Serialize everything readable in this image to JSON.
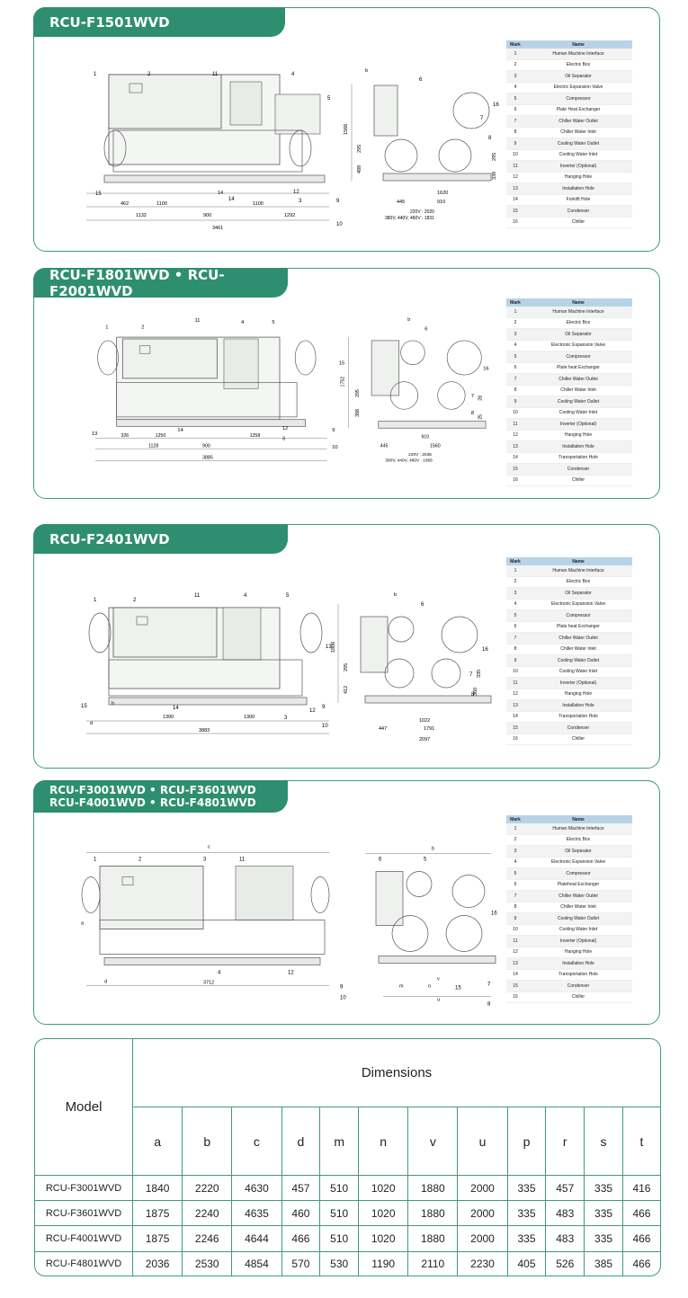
{
  "sections": [
    {
      "title": "RCU-F1501WVD",
      "callouts": [
        "1",
        "2",
        "11",
        "4",
        "5",
        "15",
        "14",
        "12",
        "3",
        "10",
        "6",
        "16",
        "7",
        "8",
        "9"
      ],
      "front_dims": [
        "462",
        "1100",
        "14",
        "1100",
        "1132",
        "900",
        "1292",
        "3461"
      ],
      "side_dims": [
        "b",
        "1566",
        "295",
        "488",
        "1620",
        "445",
        "910",
        "220V : 2020",
        "380V, 440V, 460V : 1831",
        "295",
        "339"
      ]
    },
    {
      "title": "RCU-F1801WVD • RCU-F2001WVD",
      "callouts": [
        "1",
        "2",
        "11",
        "4",
        "5",
        "13",
        "14",
        "12",
        "3",
        "6",
        "15",
        "16",
        "7",
        "8",
        "9",
        "10"
      ],
      "front_dims": [
        "326",
        "1250",
        "1258",
        "1128",
        "900",
        "3885"
      ],
      "side_dims": [
        "b",
        "1752",
        "295",
        "388",
        "910",
        "445",
        "1560",
        "220V : 2035",
        "380V, 440V, 460V : 1956",
        "28",
        "25"
      ]
    },
    {
      "title": "RCU-F2401WVD",
      "callouts": [
        "1",
        "2",
        "11",
        "4",
        "5",
        "15",
        "14",
        "12",
        "3",
        "6",
        "13",
        "16",
        "7",
        "8",
        "9",
        "10"
      ],
      "front_dims": [
        "h",
        "d",
        "1300",
        "1300",
        "3883"
      ],
      "side_dims": [
        "b",
        "1806",
        "295",
        "412",
        "1022",
        "447",
        "1791",
        "2097",
        "335",
        "360"
      ]
    },
    {
      "title_lines": [
        "RCU-F3001WVD • RCU-F3601WVD",
        "RCU-F4001WVD • RCU-F4801WVD"
      ],
      "callouts": [
        "1",
        "2",
        "3",
        "11",
        "4",
        "12",
        "6",
        "5",
        "16",
        "7",
        "8",
        "9",
        "10",
        "15"
      ],
      "front_dims": [
        "c",
        "d",
        "3712",
        "a"
      ],
      "side_dims": [
        "b",
        "m",
        "n",
        "v",
        "u"
      ]
    }
  ],
  "parts_table": {
    "header_mark": "Mark",
    "header_name": "Name",
    "sets": [
      [
        "Human Machine Interface",
        "Electric Box",
        "Oil Separator",
        "Electric Expansion Valve",
        "Compressor",
        "Plate Heat Exchanger",
        "Chiller Water Outlet",
        "Chiller Water Inlet",
        "Cooling Water Outlet",
        "Cooling Water Inlet",
        "Inverter (Optional)",
        "Hanging Hole",
        "Installation Hole",
        "Forklift Hole",
        "Condenser",
        "Chiller"
      ],
      [
        "Human Machine Interface",
        "Electric Box",
        "Oil Separator",
        "Electronic Expansion Valve",
        "Compressor",
        "Plate heat Exchanger",
        "Chiller Water Outlet",
        "Chiller Water Inlet",
        "Cooling Water Outlet",
        "Cooling Water Inlet",
        "Inverter (Optional)",
        "Hanging Hole",
        "Installation Hole",
        "Transportation Hole",
        "Condenser",
        "Chiller"
      ],
      [
        "Human Machine Interface",
        "Electric Box",
        "Oil Separator",
        "Electronic Expansion Valve",
        "Compressor",
        "Plate heat Exchanger",
        "Chiller Water Outlet",
        "Chiller Water Inlet",
        "Cooling Water Outlet",
        "Cooling Water Inlet",
        "Inverter (Optional)",
        "Hanging Hole",
        "Installation Hole",
        "Transportation Hole",
        "Condenser",
        "Chiller"
      ],
      [
        "Human Machine Interface",
        "Electric Box",
        "Oil Separator",
        "Electronic Expansion Valve",
        "Compressor",
        "Plateheat Exchanger",
        "Chiller Water Outlet",
        "Chiller Water Inlet",
        "Cooling Water Outlet",
        "Cooling Water Inlet",
        "Inverter (Optional)",
        "Hanging Hole",
        "Installation Hole",
        "Transportation Hole",
        "Condenser",
        "Chiller"
      ]
    ]
  },
  "dimensions_table": {
    "model_header": "Model",
    "dimensions_header": "Dimensions",
    "columns": [
      "a",
      "b",
      "c",
      "d",
      "m",
      "n",
      "v",
      "u",
      "p",
      "r",
      "s",
      "t"
    ],
    "rows": [
      {
        "model": "RCU-F3001WVD",
        "values": [
          "1840",
          "2220",
          "4630",
          "457",
          "510",
          "1020",
          "1880",
          "2000",
          "335",
          "457",
          "335",
          "416"
        ]
      },
      {
        "model": "RCU-F3601WVD",
        "values": [
          "1875",
          "2240",
          "4635",
          "460",
          "510",
          "1020",
          "1880",
          "2000",
          "335",
          "483",
          "335",
          "466"
        ]
      },
      {
        "model": "RCU-F4001WVD",
        "values": [
          "1875",
          "2246",
          "4644",
          "466",
          "510",
          "1020",
          "1880",
          "2000",
          "335",
          "483",
          "335",
          "466"
        ]
      },
      {
        "model": "RCU-F4801WVD",
        "values": [
          "2036",
          "2530",
          "4854",
          "570",
          "530",
          "1190",
          "2110",
          "2230",
          "405",
          "526",
          "385",
          "466"
        ]
      }
    ]
  },
  "colors": {
    "accent": "#2d8f6f",
    "border": "#3f9a7e",
    "table_header": "#b7d3e8"
  }
}
